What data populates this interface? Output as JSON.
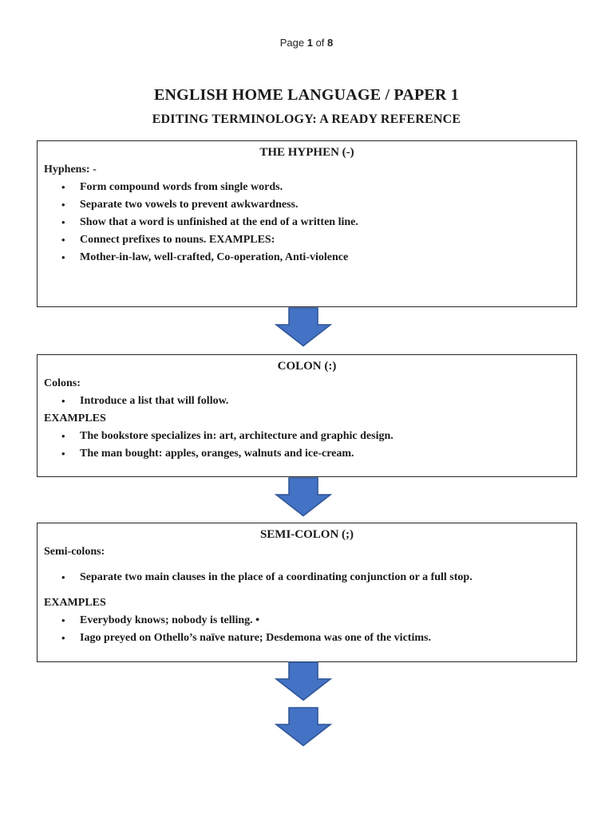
{
  "document": {
    "page_indicator": {
      "label_page": "Page",
      "current": "1",
      "label_of": "of",
      "total": "8"
    },
    "title": "ENGLISH HOME LANGUAGE / PAPER 1",
    "subtitle": "EDITING TERMINOLOGY: A READY REFERENCE"
  },
  "glyphs": {
    "bullet": "•"
  },
  "colors": {
    "arrow_fill": "#4472C4",
    "arrow_stroke": "#2F5597",
    "box_border": "#262626"
  },
  "sections": [
    {
      "title": "THE HYPHEN (-)",
      "intro": "Hyphens: -",
      "bullets": [
        "Form compound words from single words.",
        "Separate two vowels to prevent awkwardness.",
        "Show that a word is unfinished at the end of a written line.",
        "Connect prefixes to nouns. EXAMPLES:",
        "Mother-in-law, well-crafted, Co-operation, Anti-violence"
      ]
    },
    {
      "title": "COLON (:)",
      "intro": "Colons:",
      "bullets": [
        "Introduce a list that will follow."
      ],
      "examples_label": "EXAMPLES",
      "examples": [
        "The bookstore specializes in: art, architecture and graphic design.",
        "The man bought: apples, oranges, walnuts and ice-cream."
      ]
    },
    {
      "title": "SEMI-COLON (;)",
      "intro": "Semi-colons:",
      "bullets": [
        "Separate two main clauses in the place of a coordinating conjunction or a full stop."
      ],
      "examples_label": "EXAMPLES",
      "examples": [
        "Everybody knows; nobody is telling. •",
        "Iago preyed on Othello’s naïve nature; Desdemona was one of the victims."
      ]
    }
  ]
}
